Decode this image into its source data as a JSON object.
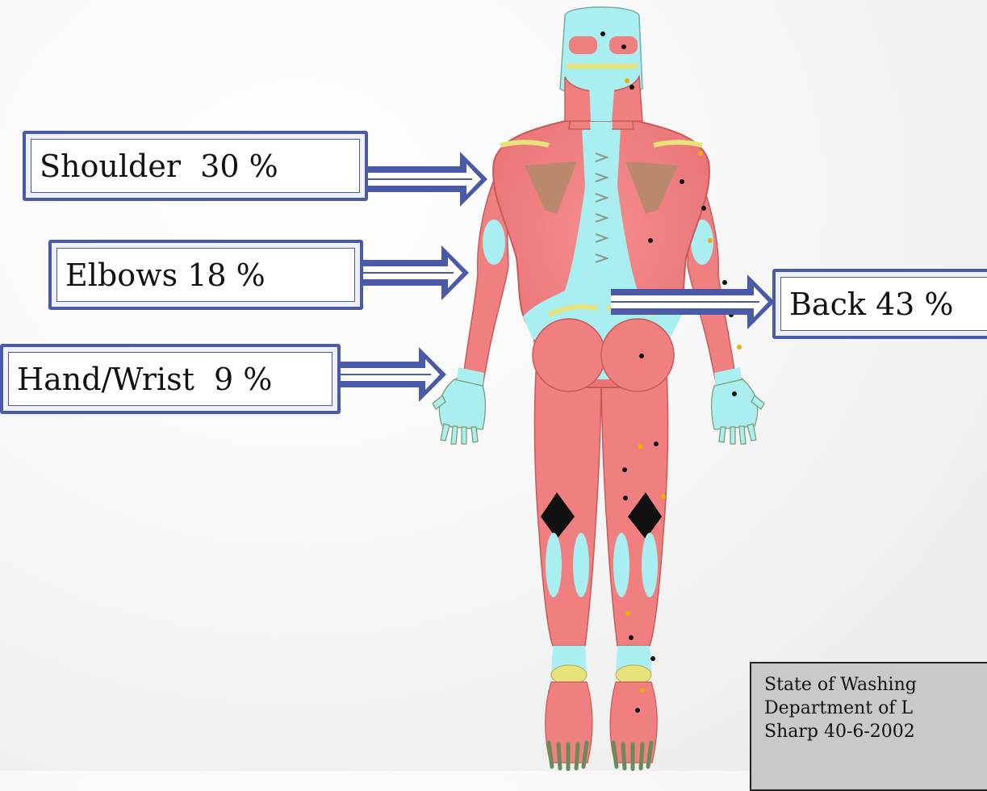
{
  "labels": {
    "shoulder": "Shoulder  30 %",
    "elbows": "Elbows 18 %",
    "hand_wrist": "Hand/Wrist  9 %",
    "back": "Back 43 %"
  },
  "credit": {
    "line1": "State of Washing",
    "line2": "Department of L",
    "line3": "Sharp 40-6-2002"
  },
  "colors": {
    "muscle": "#f07f7f",
    "tendon": "#a9eef0",
    "arrow": "#4b5aa6",
    "box_border": "#4b5aa6",
    "credit_bg": "#c9c9c9"
  }
}
